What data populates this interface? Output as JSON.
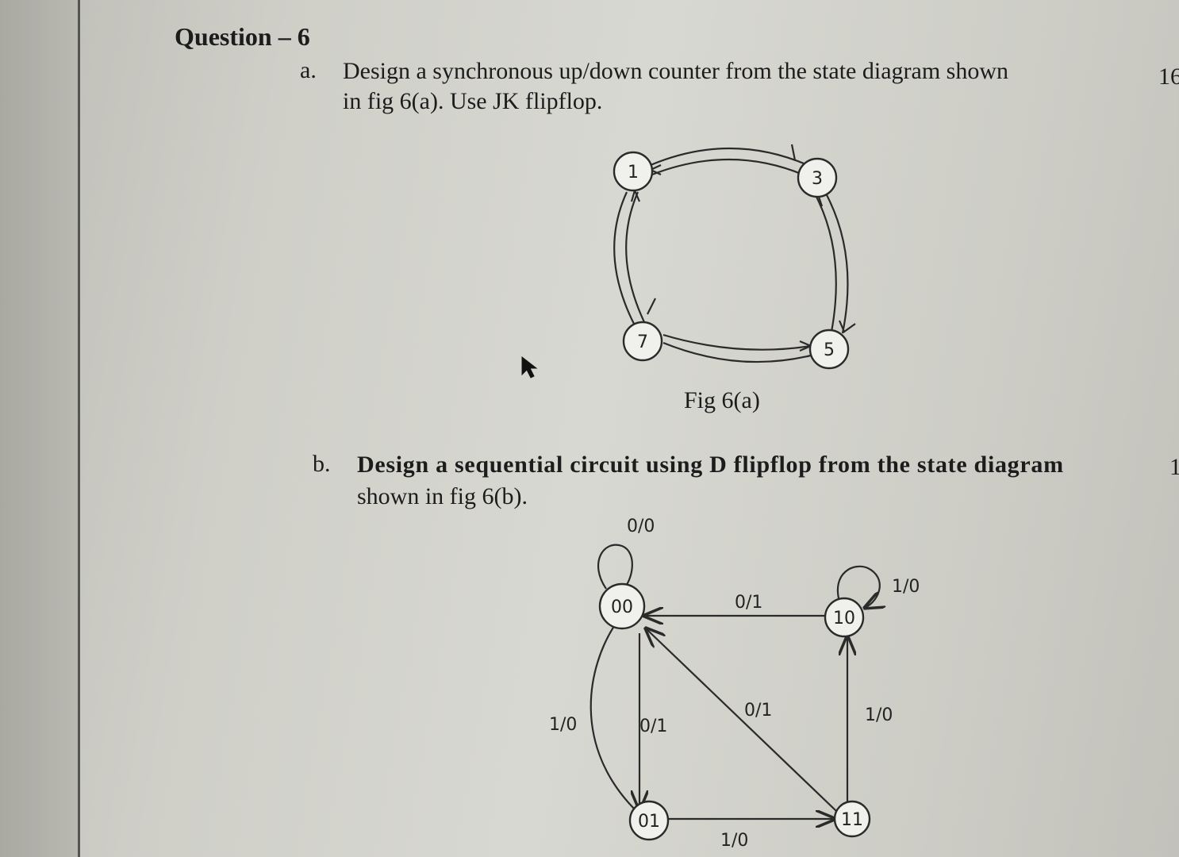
{
  "question": {
    "title": "Question – 6",
    "part_a": {
      "marker": "a.",
      "line1": "Design a synchronous up/down counter from the state diagram shown",
      "line2": "in fig 6(a). Use JK flipflop.",
      "marks": "16",
      "figure": {
        "caption": "Fig 6(a)",
        "states": [
          "1",
          "3",
          "5",
          "7"
        ]
      }
    },
    "part_b": {
      "marker": "b.",
      "line1": "Design a sequential circuit using D flipflop from the state diagram",
      "line2": "shown in fig 6(b).",
      "marks": "1",
      "figure": {
        "states": [
          "00",
          "10",
          "01",
          "11"
        ],
        "labels": {
          "self_00": "0/0",
          "self_10": "1/0",
          "e_10_00": "0/1",
          "e_01_00_left": "1/0",
          "e_01_00": "0/1",
          "e_11_00": "0/1",
          "e_11_10": "1/0",
          "e_01_11": "1/0"
        }
      }
    }
  }
}
